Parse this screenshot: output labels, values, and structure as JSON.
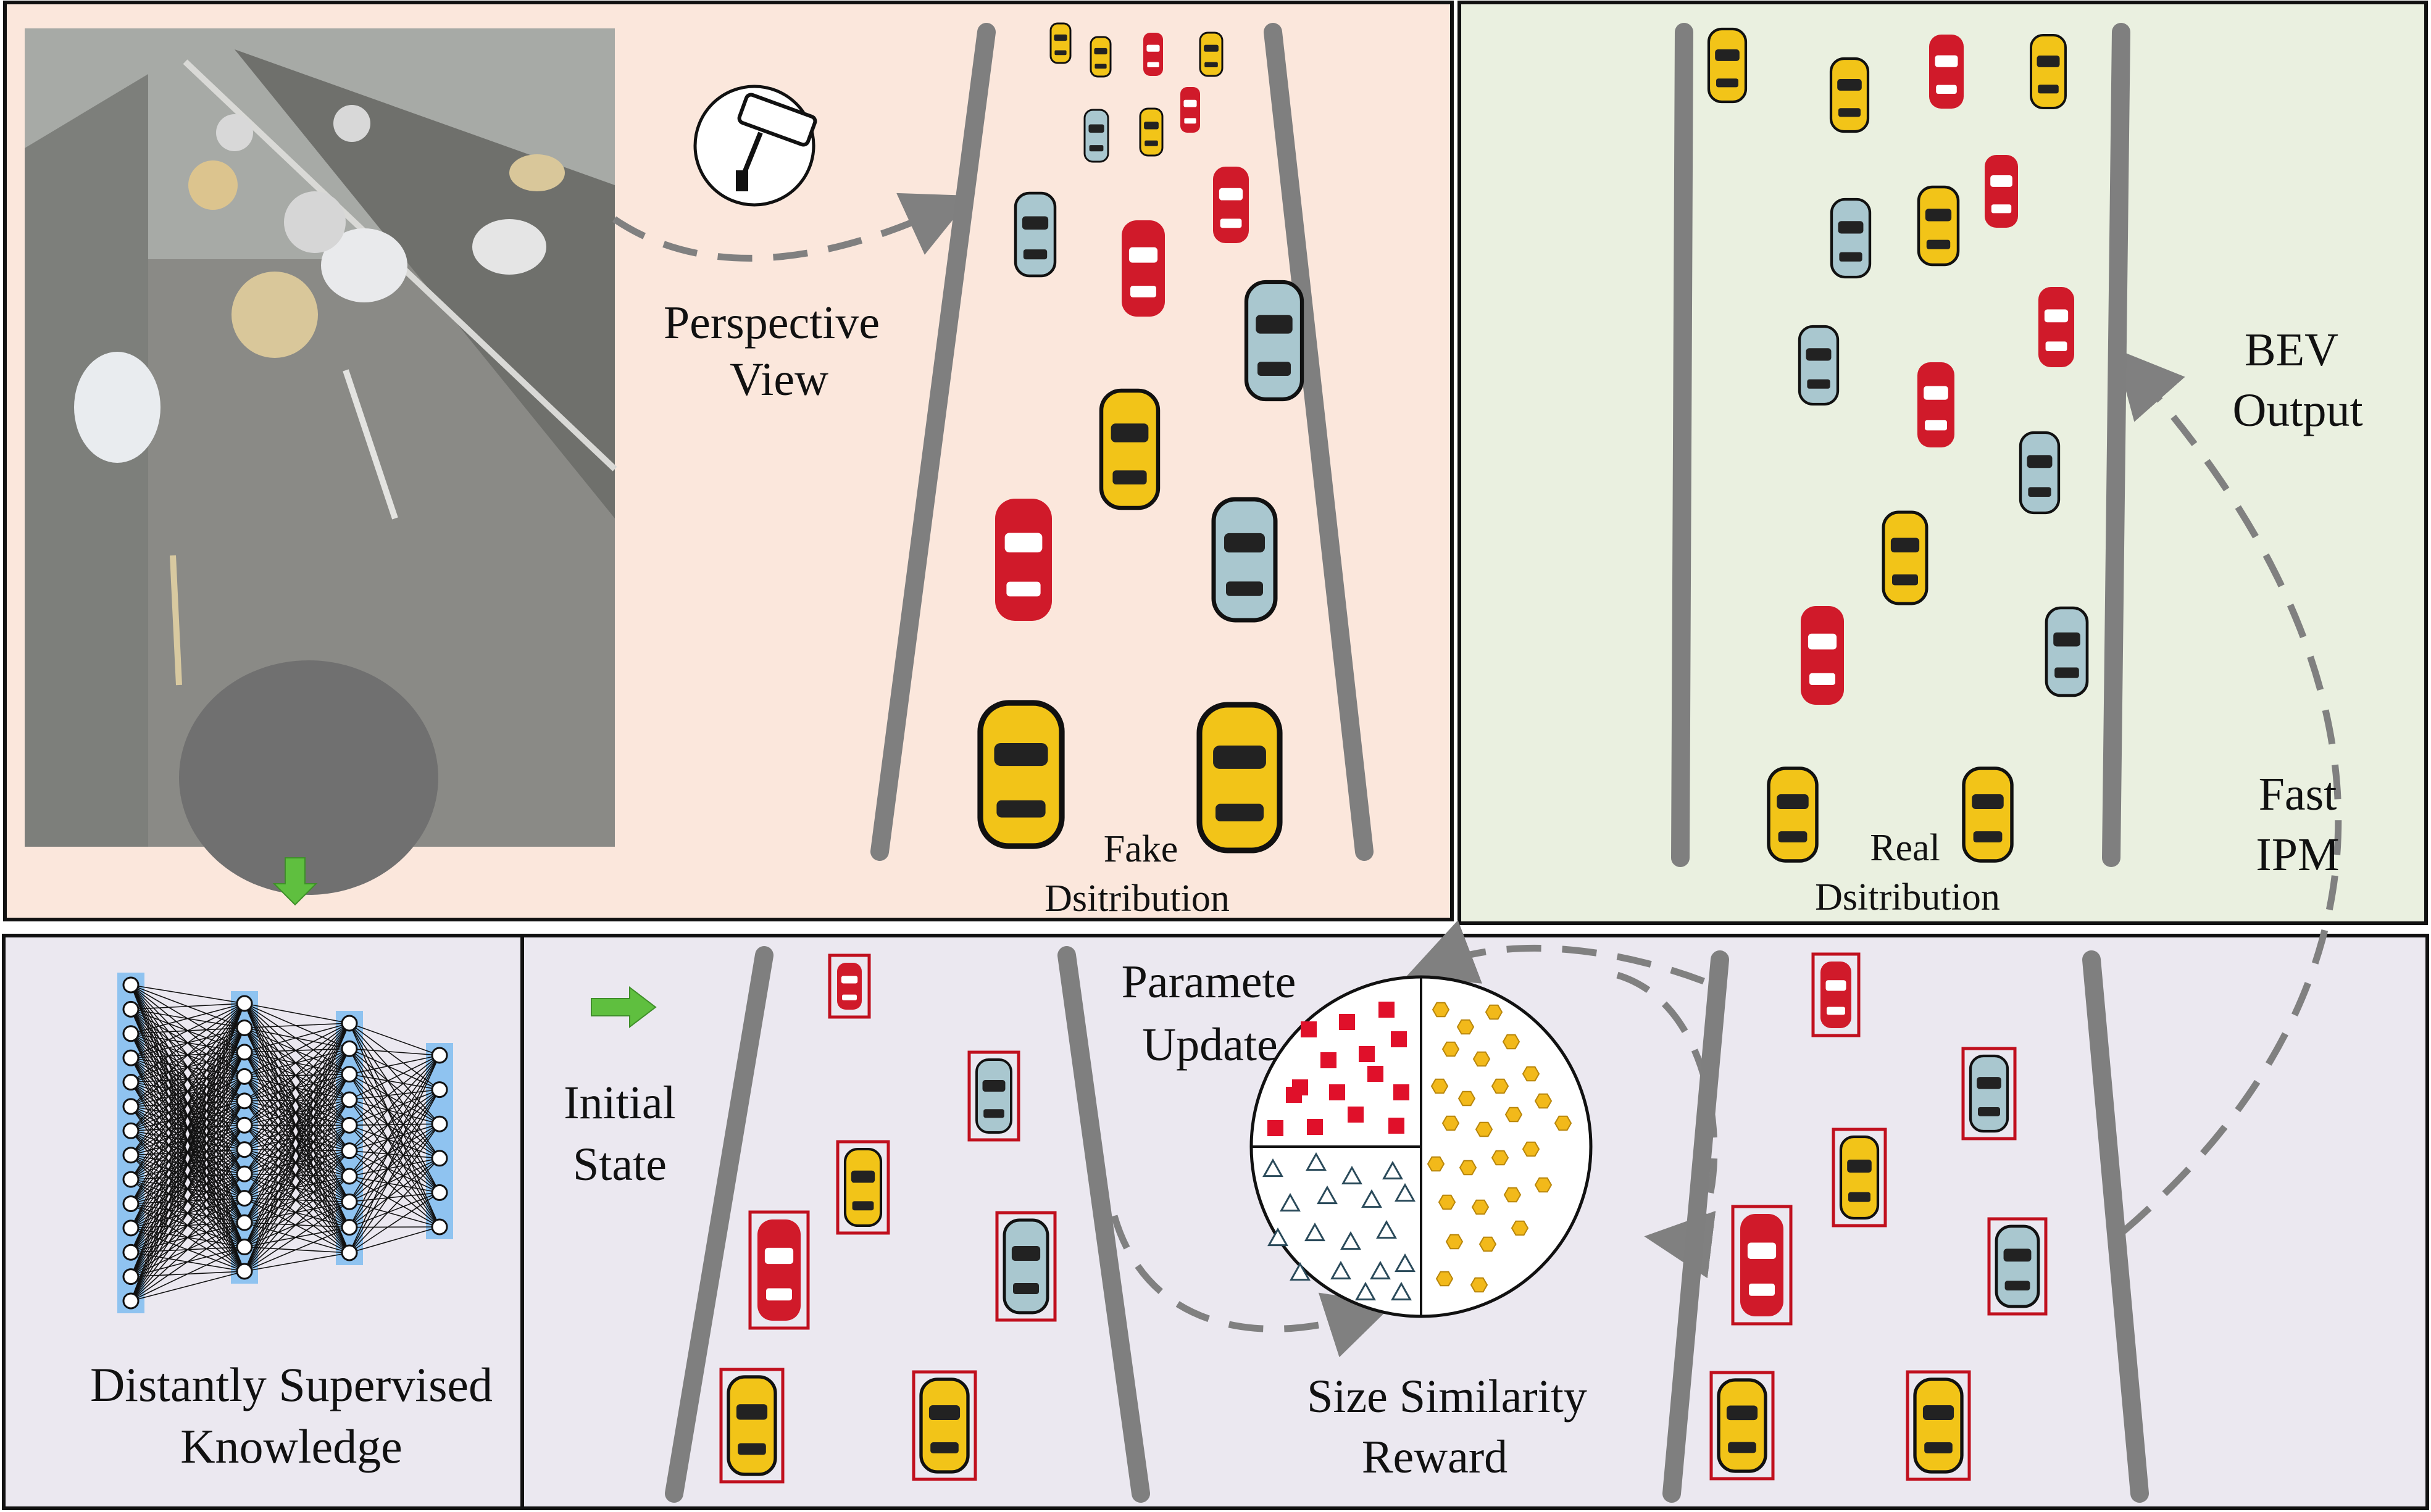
{
  "labels": {
    "perspective_line1": "Perspective",
    "perspective_line2": "View",
    "fake_line1": "Fake",
    "fake_line2": "Dsitribution",
    "real_line1": "Real",
    "real_line2": "Dsitribution",
    "bev_line1": "BEV",
    "bev_line2": "Output",
    "ipm_line1": "Fast",
    "ipm_line2": "IPM",
    "param_line1": "Paramete",
    "param_line2": "Update",
    "initial_line1": "Initial",
    "initial_line2": "State",
    "reward_line1": "Size Similarity",
    "reward_line2": "Reward",
    "dsk_line1": "Distantly Supervised",
    "dsk_line2": "Knowledge"
  },
  "colors": {
    "perspective_panel_bg": "#fbe7dc",
    "bev_panel_bg": "#eaf0e0",
    "bottom_panel_bg": "#ebe8f0",
    "road_line": "#7f7f7f",
    "arrow_dashed": "#808080",
    "car_red": "#d01a2a",
    "car_yellow": "#f2c418",
    "car_blue": "#a9c7cf",
    "bbox_red": "#c0101e",
    "green_arrow": "#5fbf3f",
    "nn_column": "#8fc3f0"
  },
  "icons": [
    "surveillance-camera-icon",
    "green-down-arrow-icon",
    "green-right-arrow-icon",
    "neural-network-icon",
    "cluster-pie-icon"
  ]
}
